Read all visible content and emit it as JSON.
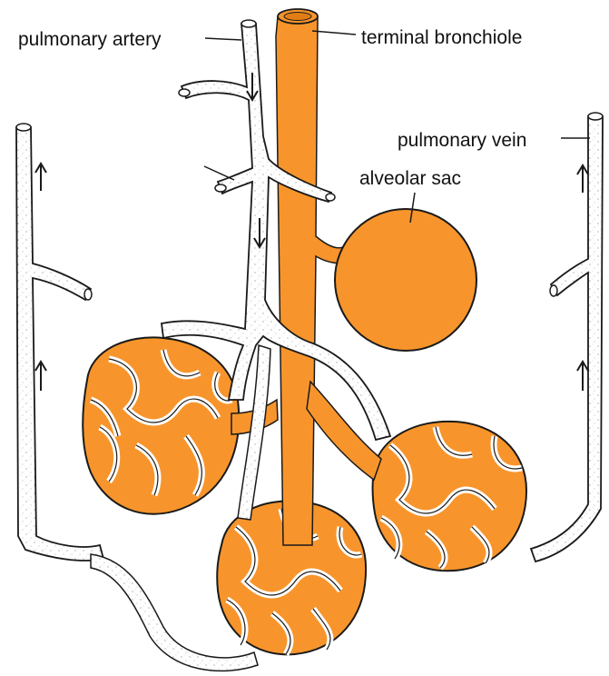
{
  "labels": {
    "pulmonary_artery": "pulmonary artery",
    "terminal_bronchiole": "terminal bronchiole",
    "pulmonary_vein": "pulmonary vein",
    "alveolar_sac": "alveolar sac"
  },
  "colors": {
    "airway_orange": "#f7952c",
    "vessel_fill": "#ffffff",
    "outline": "#1a1a1a",
    "text": "#111111",
    "background": "#ffffff"
  }
}
